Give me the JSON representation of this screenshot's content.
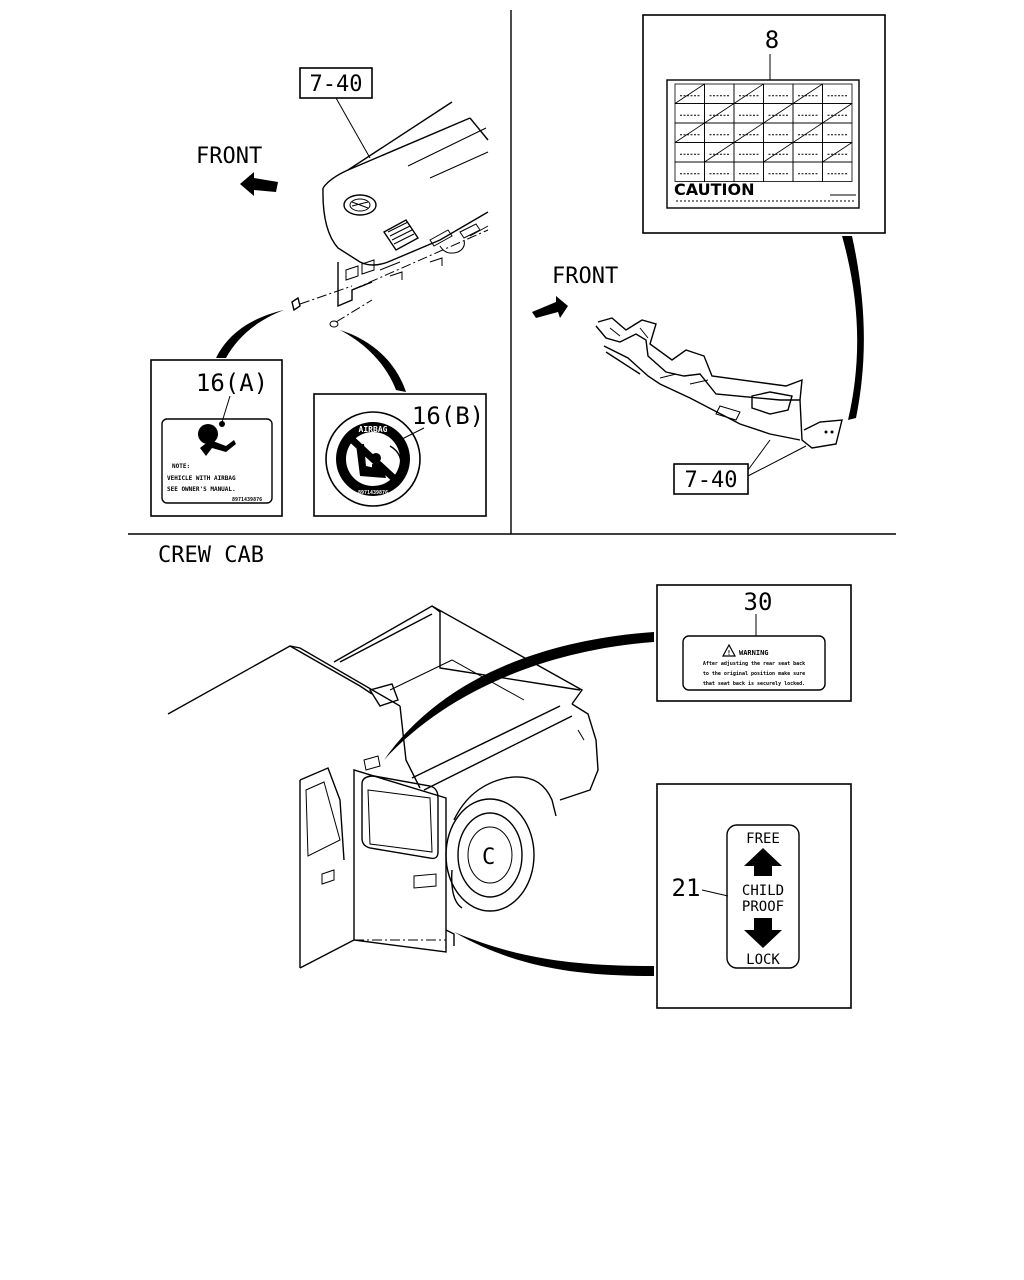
{
  "top_left": {
    "callout_dash": "7-40",
    "front": "FRONT",
    "label_16a": {
      "callout": "16(A)",
      "note_lines": [
        "NOTE:",
        "VEHICLE WITH AIRBAG",
        "SEE OWNER'S MANUAL."
      ],
      "part_no": "8971439876"
    },
    "label_16b": {
      "callout": "16(B)",
      "ring_text": "AIRBAG",
      "part_no": "8971439876"
    }
  },
  "top_right": {
    "callout_8": "8",
    "caution": "CAUTION",
    "front": "FRONT",
    "callout_rail": "7-40"
  },
  "crew_cab": {
    "title": "CREW CAB",
    "callout_30": "30",
    "warning_title": "WARNING",
    "warning_lines": [
      "After adjusting the rear seat back",
      "to the original position make sure",
      "that seat back is securely locked."
    ],
    "callout_21": "21",
    "child_proof": {
      "free": "FREE",
      "line1": "CHILD",
      "line2": "PROOF",
      "lock": "LOCK"
    },
    "wheel_mark": "C"
  }
}
